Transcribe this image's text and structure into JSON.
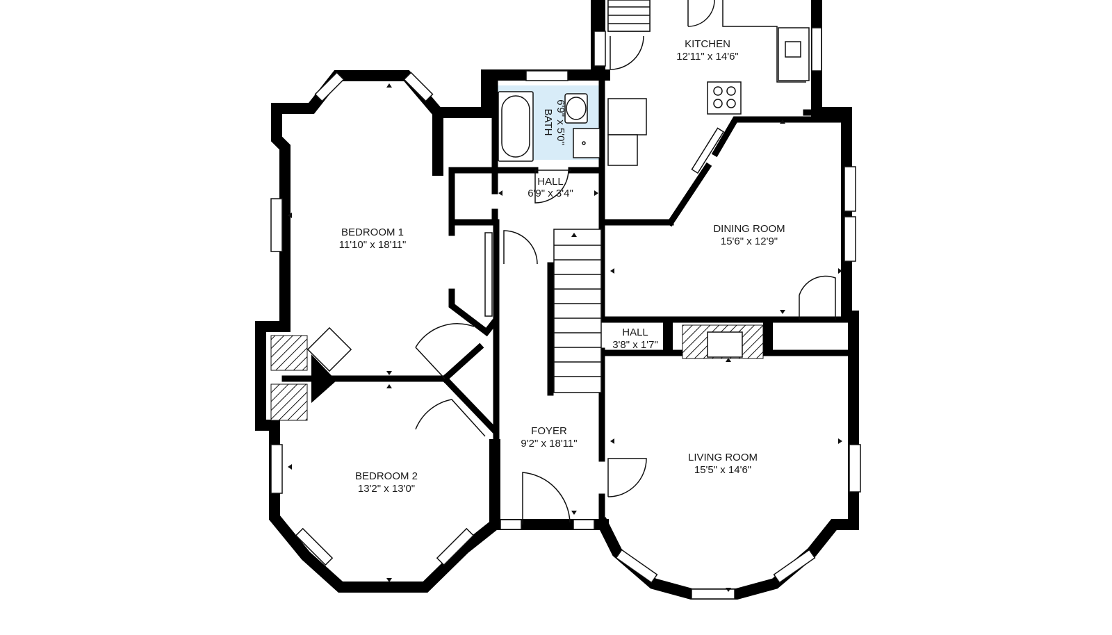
{
  "rooms": {
    "kitchen": {
      "name": "KITCHEN",
      "dims": "12'11\" x 14'6\""
    },
    "bath": {
      "name": "BATH",
      "dims": "6'9\" x 5'0\""
    },
    "hall_upper": {
      "name": "HALL",
      "dims": "6'9\" x 3'4\""
    },
    "bedroom1": {
      "name": "BEDROOM 1",
      "dims": "11'10\" x 18'11\""
    },
    "dining": {
      "name": "DINING ROOM",
      "dims": "15'6\" x 12'9\""
    },
    "hall_lower": {
      "name": "HALL",
      "dims": "3'8\" x 1'7\""
    },
    "foyer": {
      "name": "FOYER",
      "dims": "9'2\" x 18'11\""
    },
    "bedroom2": {
      "name": "BEDROOM 2",
      "dims": "13'2\" x 13'0\""
    },
    "living": {
      "name": "LIVING ROOM",
      "dims": "15'5\" x 14'6\""
    }
  },
  "colors": {
    "wall": "#000000",
    "bath_fill": "#d8ecf8",
    "background": "#ffffff"
  }
}
